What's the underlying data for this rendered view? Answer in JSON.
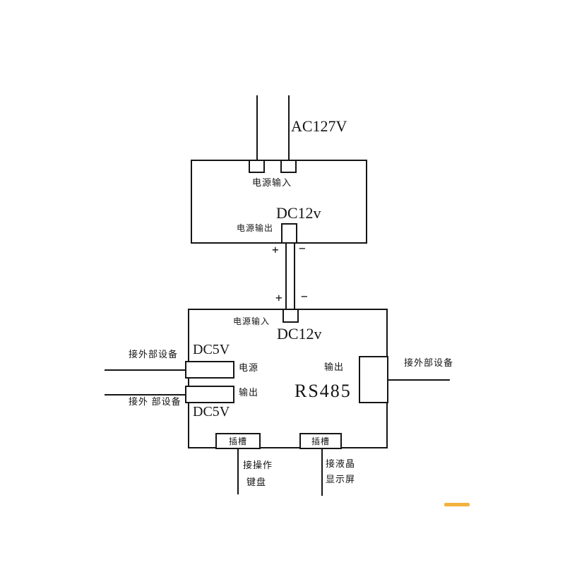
{
  "colors": {
    "line": "#151515",
    "background": "#ffffff",
    "accent": "#f2b23d"
  },
  "labels": {
    "ac_input": "AC127V",
    "plus_top": "+",
    "minus_top": "−",
    "plus_bottom": "+",
    "minus_bottom": "−"
  },
  "top_box": {
    "power_input": "电源输入",
    "dc_voltage": "DC12v",
    "power_output": "电源输出"
  },
  "bottom_box": {
    "power_input": "电源输入",
    "dc_voltage": "DC12v",
    "dc5v_top": "DC5V",
    "power": "电源",
    "output_left": "输出",
    "dc5v_bottom": "DC5V",
    "output_right": "输出",
    "rs485": "RS485",
    "slot_left": "插槽",
    "slot_right": "插槽"
  },
  "external": {
    "left_top": "接外部设备",
    "left_bottom": "接外 部设备",
    "right": "接外部设备",
    "keyboard_line1": "接操作",
    "keyboard_line2": "键盘",
    "lcd_line1": "接液晶",
    "lcd_line2": "显示屏"
  }
}
